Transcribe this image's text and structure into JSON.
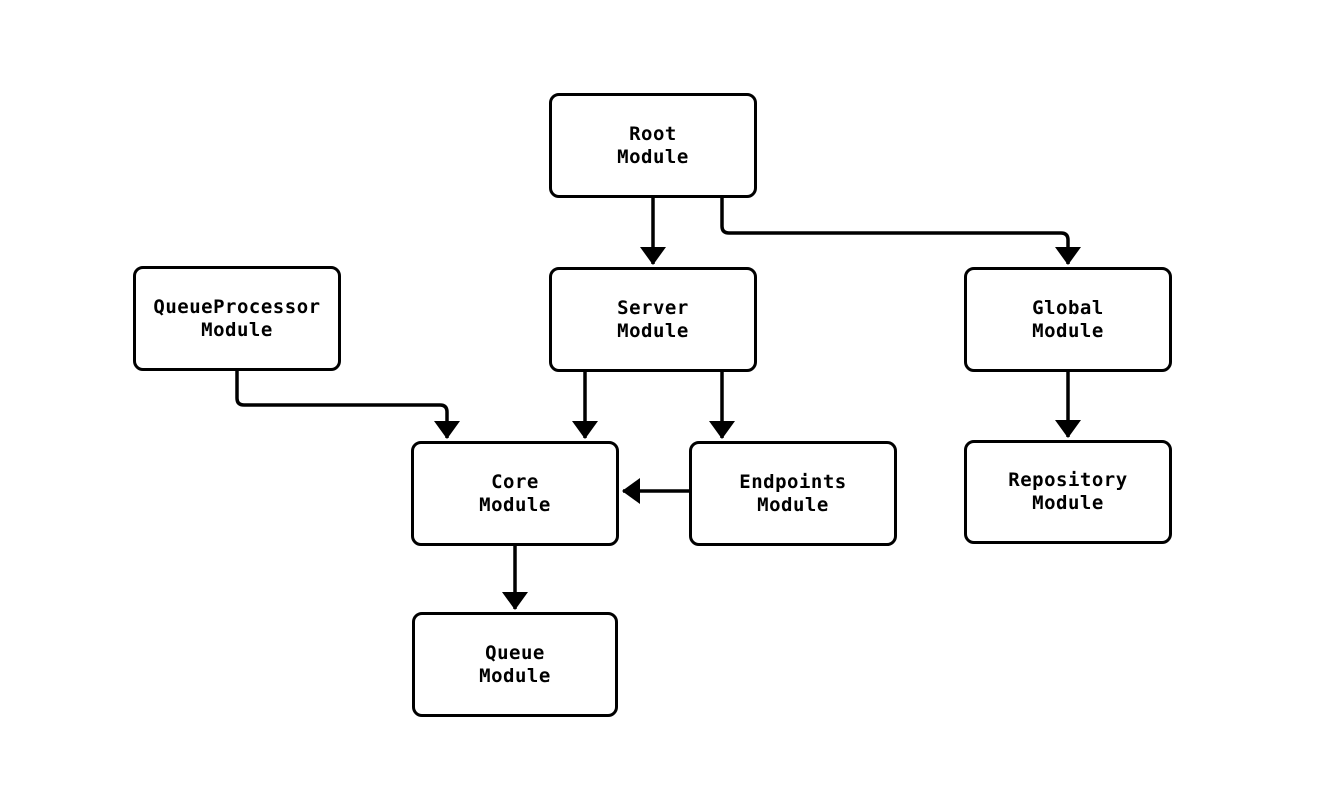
{
  "diagram": {
    "colors": {
      "node_border": "#000000",
      "node_fill": "#ffffff",
      "edge_stroke": "#000000",
      "background": "#ffffff"
    },
    "nodes": {
      "root": {
        "label": "Root\nModule"
      },
      "server": {
        "label": "Server\nModule"
      },
      "queueprocessor": {
        "label": "QueueProcessor\nModule"
      },
      "global": {
        "label": "Global\nModule"
      },
      "core": {
        "label": "Core\nModule"
      },
      "endpoints": {
        "label": "Endpoints\nModule"
      },
      "repository": {
        "label": "Repository\nModule"
      },
      "queue": {
        "label": "Queue\nModule"
      }
    },
    "edges": [
      {
        "from": "root",
        "to": "server"
      },
      {
        "from": "root",
        "to": "global"
      },
      {
        "from": "queueprocessor",
        "to": "core"
      },
      {
        "from": "server",
        "to": "core"
      },
      {
        "from": "server",
        "to": "endpoints"
      },
      {
        "from": "endpoints",
        "to": "core"
      },
      {
        "from": "global",
        "to": "repository"
      },
      {
        "from": "core",
        "to": "queue"
      }
    ]
  }
}
